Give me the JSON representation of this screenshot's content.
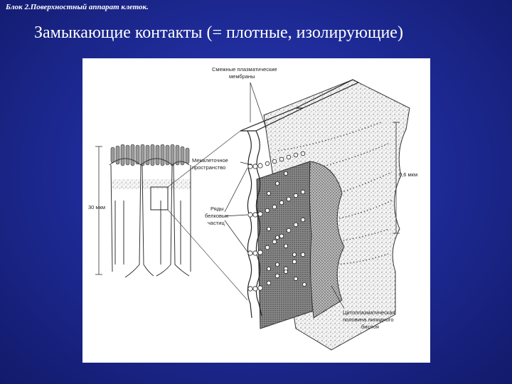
{
  "header": {
    "block_label": "Блок 2.Поверхностный аппарат клеток.",
    "title": "Замыкающие контакты (= плотные, изолирующие)"
  },
  "figure": {
    "labels": {
      "membranes_line1": "Смежные плазматические",
      "membranes_line2": "мембраны",
      "intercell_line1": "Межклеточное",
      "intercell_line2": "пространство",
      "rows_line1": "Ряды",
      "rows_line2": "белковых",
      "rows_line3": "частиц",
      "cyto_line1": "Цитоплазматическая",
      "cyto_line2": "половина липидного",
      "cyto_line3": "бислоя",
      "scale_small": "0,6 мкм",
      "scale_large": "30 мкм"
    }
  },
  "colors": {
    "background": "#1f2c9a",
    "figure_bg": "#ffffff",
    "title_text": "#ffffff"
  }
}
